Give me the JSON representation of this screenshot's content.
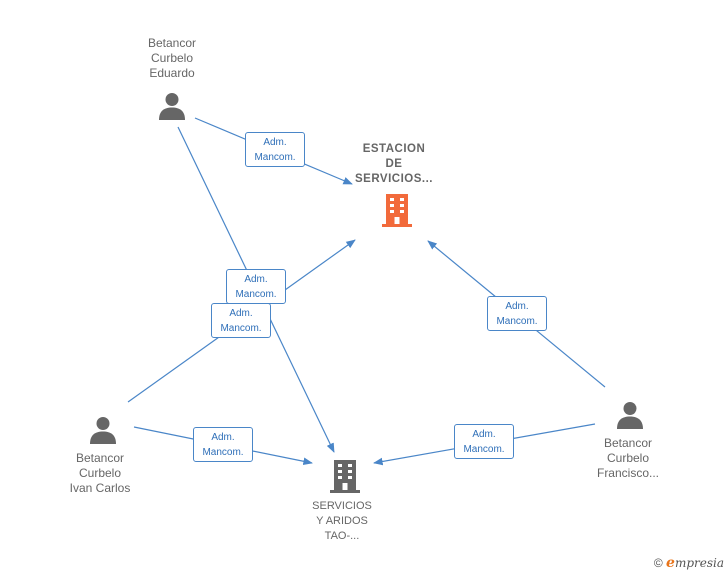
{
  "nodes": {
    "eduardo": {
      "lines": [
        "Betancor",
        "Curbelo",
        "Eduardo"
      ]
    },
    "ivan": {
      "lines": [
        "Betancor",
        "Curbelo",
        "Ivan Carlos"
      ]
    },
    "francisco": {
      "lines": [
        "Betancor",
        "Curbelo",
        "Francisco..."
      ]
    },
    "estacion": {
      "lines": [
        "ESTACION",
        "DE",
        "SERVICIOS..."
      ]
    },
    "servicios": {
      "lines": [
        "SERVICIOS",
        "Y ARIDOS",
        "TAO-..."
      ]
    }
  },
  "edge_label": {
    "line1": "Adm.",
    "line2": "Mancom."
  },
  "colors": {
    "edge": "#4a86c8",
    "person": "#666666",
    "main_company": "#f26a3b",
    "company": "#666666"
  },
  "brand": {
    "copyright": "©",
    "e": "e",
    "rest": "mpresia"
  }
}
